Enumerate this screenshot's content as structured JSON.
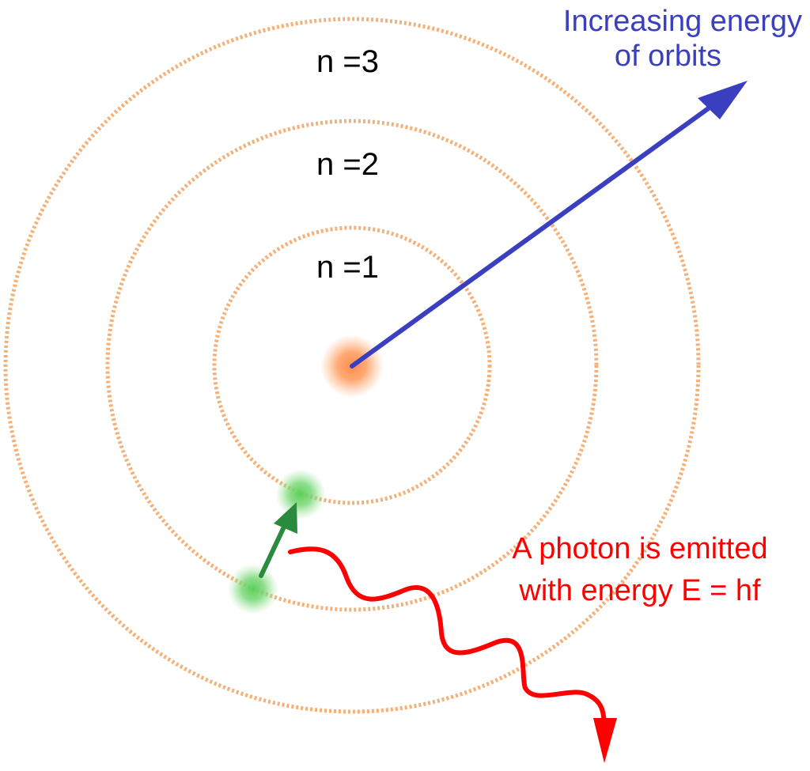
{
  "orbits": [
    {
      "label": "n =1"
    },
    {
      "label": "n =2"
    },
    {
      "label": "n =3"
    }
  ],
  "energy_caption": {
    "lines": [
      "Increasing energy",
      "of orbits"
    ]
  },
  "photon_caption": {
    "lines": [
      "A photon is emitted",
      "with energy E = hf"
    ]
  },
  "colors": {
    "orbit": "#f5b078",
    "nucleus": "#ff8c4a",
    "electron": "#5ccf5a",
    "energy_arrow": "#3a3fc0",
    "transition_arrow": "#2a8a3e",
    "photon": "#ff0000"
  },
  "icons": {
    "nucleus": "nucleus-glow",
    "electron": "electron-glow"
  }
}
